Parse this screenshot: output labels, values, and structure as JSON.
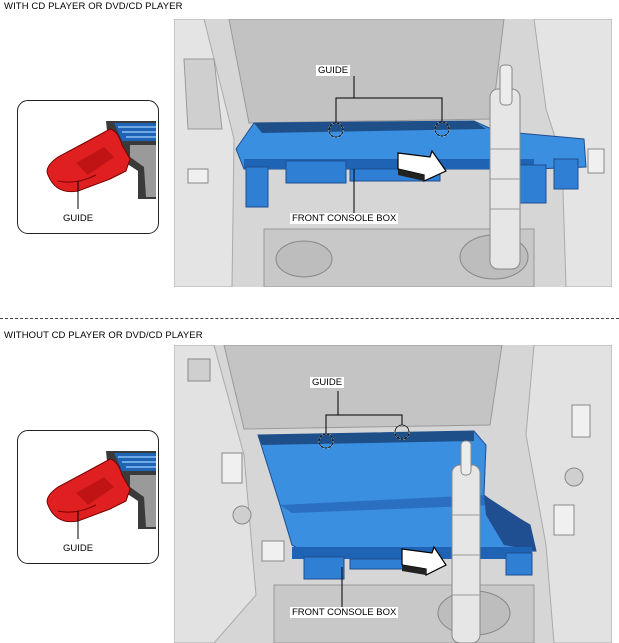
{
  "section_top": {
    "heading": "WITH CD PLAYER OR DVD/CD PLAYER",
    "inset_label": "GUIDE",
    "guide_label": "GUIDE",
    "part_label": "FRONT CONSOLE BOX"
  },
  "section_bottom": {
    "heading": "WITHOUT CD PLAYER OR DVD/CD PLAYER",
    "inset_label": "GUIDE",
    "guide_label": "GUIDE",
    "part_label": "FRONT CONSOLE BOX"
  },
  "colors": {
    "part_blue": "#3a8fe0",
    "part_blue_dark": "#1f63b5",
    "guide_red": "#e02020",
    "background_gray": "#d6d6d6"
  }
}
